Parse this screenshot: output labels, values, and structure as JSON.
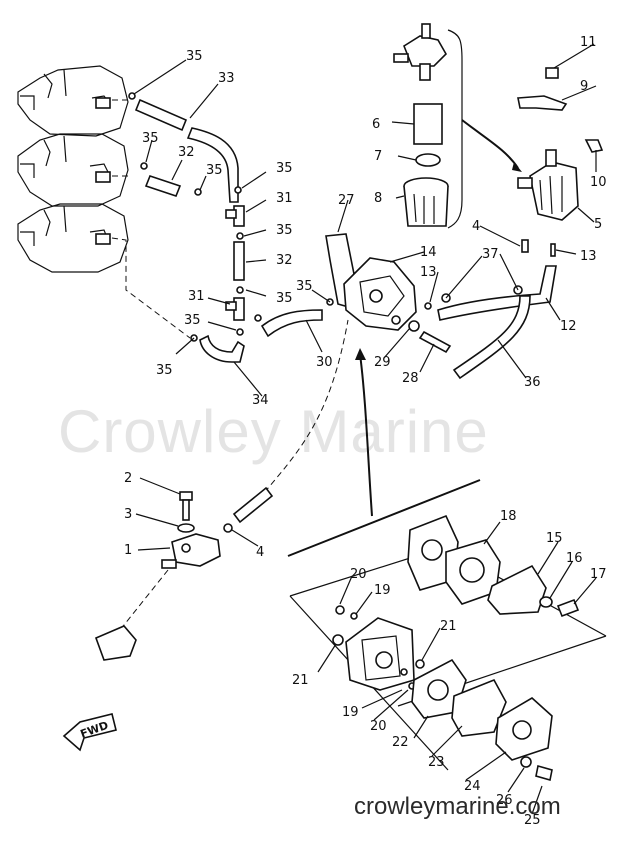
{
  "watermark": "Crowley Marine",
  "footer": "crowleymarine.com",
  "fwd_label": "FWD",
  "callouts": {
    "c1": "1",
    "c2": "2",
    "c3": "3",
    "c4a": "4",
    "c4b": "4",
    "c5": "5",
    "c6": "6",
    "c7": "7",
    "c8": "8",
    "c9": "9",
    "c10": "10",
    "c11": "11",
    "c12": "12",
    "c13a": "13",
    "c13b": "13",
    "c14": "14",
    "c15": "15",
    "c16": "16",
    "c17": "17",
    "c18": "18",
    "c19a": "19",
    "c19b": "19",
    "c20a": "20",
    "c20b": "20",
    "c21a": "21",
    "c21b": "21",
    "c22": "22",
    "c23": "23",
    "c24": "24",
    "c25": "25",
    "c26": "26",
    "c27": "27",
    "c28": "28",
    "c29": "29",
    "c30": "30",
    "c31a": "31",
    "c31b": "31",
    "c32a": "32",
    "c32b": "32",
    "c33": "33",
    "c34": "34",
    "c35a": "35",
    "c35b": "35",
    "c35c": "35",
    "c35d": "35",
    "c35e": "35",
    "c35f": "35",
    "c35g": "35",
    "c35h": "35",
    "c35i": "35",
    "c36": "36",
    "c37": "37"
  }
}
